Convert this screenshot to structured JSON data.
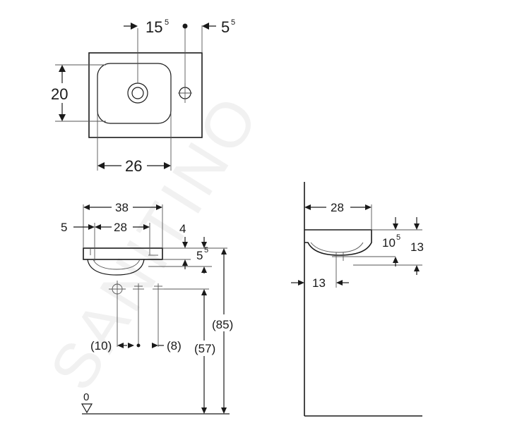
{
  "watermark": "SANITINO",
  "top_view": {
    "dim_tap_offset": "15",
    "dim_tap_offset_sup": "5",
    "dim_right_margin": "5",
    "dim_right_margin_sup": "5",
    "dim_depth": "20",
    "dim_width": "26"
  },
  "front_view": {
    "dim_overall_width": "38",
    "dim_left_offset": "5",
    "dim_inner_width": "28",
    "dim_rim_height": "4",
    "dim_rim_thickness": "5",
    "dim_rim_thickness_sup": "5",
    "dim_total_height": "(85)",
    "dim_outlet_height": "(57)",
    "dim_left_supply": "(10)",
    "dim_right_supply": "(8)",
    "floor_level": "0"
  },
  "side_view": {
    "dim_projection": "28",
    "dim_bowl_depth": "10",
    "dim_bowl_depth_sup": "5",
    "dim_total_depth": "13",
    "dim_outlet_offset": "13"
  }
}
